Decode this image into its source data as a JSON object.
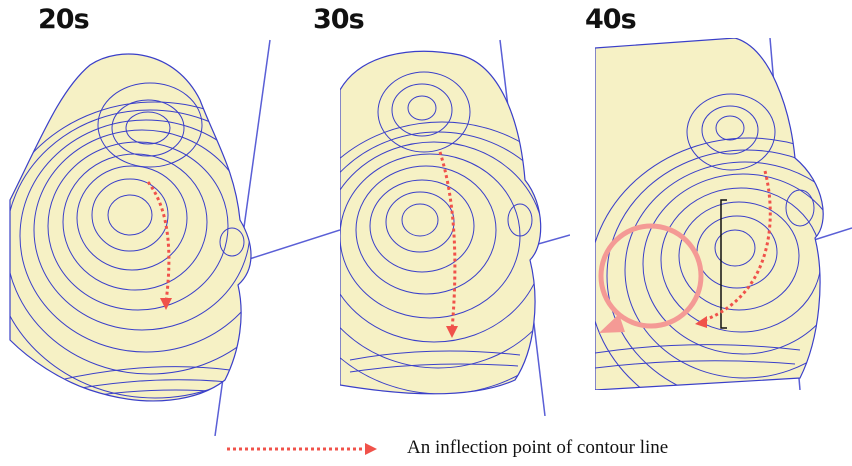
{
  "panels": [
    {
      "label": "20s"
    },
    {
      "label": "30s"
    },
    {
      "label": "40s"
    }
  ],
  "legend": {
    "text": "An inflection point of contour line"
  },
  "colors": {
    "face_fill": "#f6f1c5",
    "contour": "#3a3fc9",
    "axis_line": "#5a5fd6",
    "marker_dotted": "#f0524a",
    "marker_circle": "#f49a95",
    "bracket": "#111111"
  }
}
